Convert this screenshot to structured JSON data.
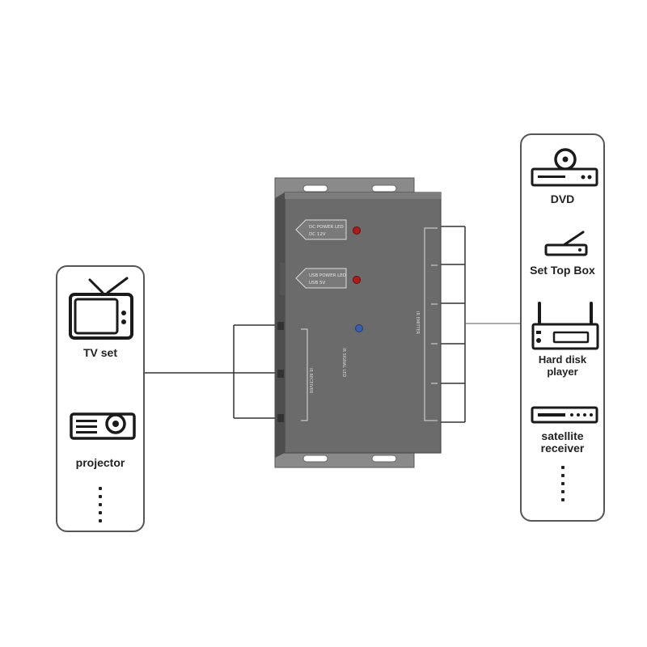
{
  "left_devices": {
    "tv": "TV set",
    "projector": "projector"
  },
  "right_devices": {
    "dvd": "DVD",
    "stb": "Set Top Box",
    "hdd": "Hard disk player",
    "sat_line1": "satellite",
    "sat_line2": "receiver"
  },
  "colors": {
    "panel_border": "#555555",
    "wire": "#333333",
    "device_body": "#6b6b6b",
    "led_red": "#b21a1a",
    "led_blue": "#3a5fb0"
  }
}
